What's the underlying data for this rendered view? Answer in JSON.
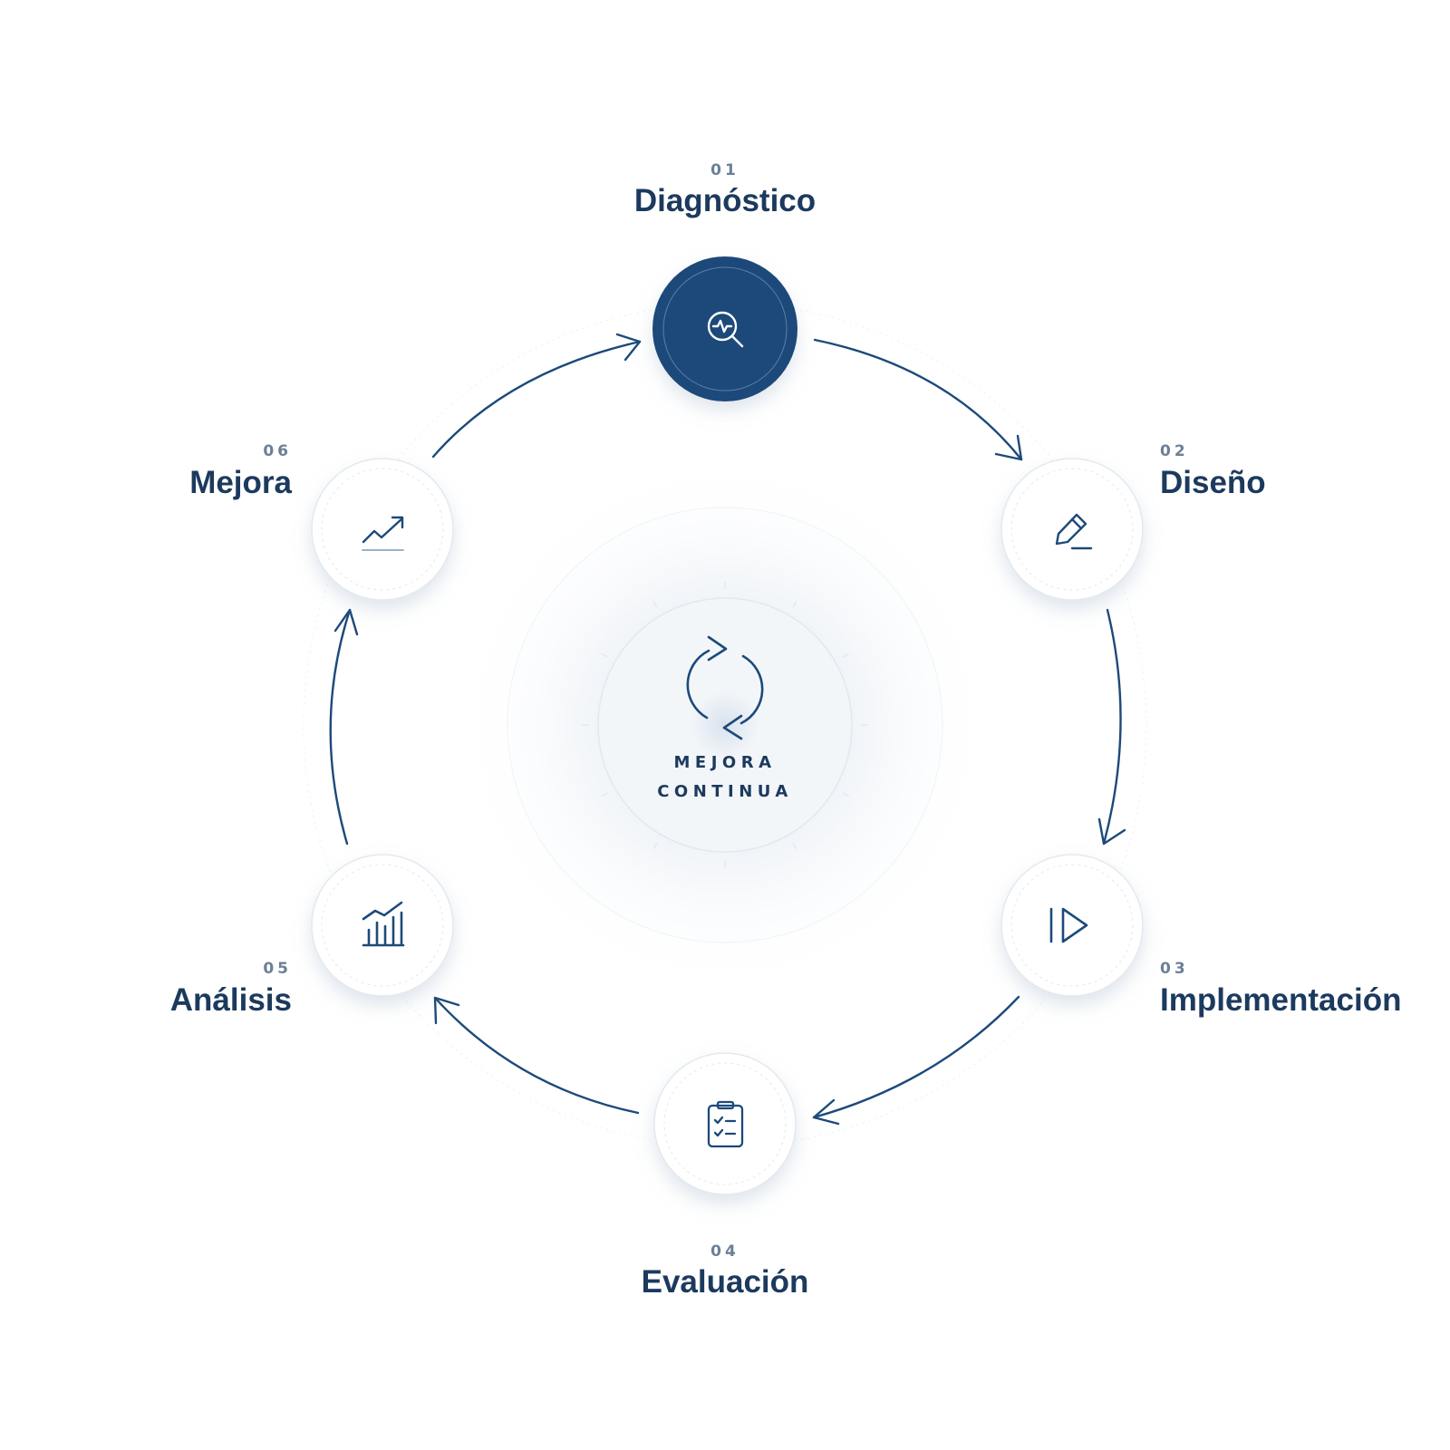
{
  "center": {
    "line1": "MEJORA",
    "line2": "CONTINUA",
    "icon": "refresh-cycle-icon"
  },
  "steps": [
    {
      "number": "01",
      "label": "Diagnóstico",
      "icon": "search-pulse-icon",
      "active": true
    },
    {
      "number": "02",
      "label": "Diseño",
      "icon": "pencil-icon",
      "active": false
    },
    {
      "number": "03",
      "label": "Implementación",
      "icon": "play-step-icon",
      "active": false
    },
    {
      "number": "04",
      "label": "Evaluación",
      "icon": "clipboard-check-icon",
      "active": false
    },
    {
      "number": "05",
      "label": "Análisis",
      "icon": "bar-chart-icon",
      "active": false
    },
    {
      "number": "06",
      "label": "Mejora",
      "icon": "trend-up-icon",
      "active": false
    }
  ],
  "colors": {
    "primary": "#1c4a7a",
    "text": "#1c3a5e",
    "muted": "#6b7f96",
    "ring": "#e3e9f0"
  }
}
